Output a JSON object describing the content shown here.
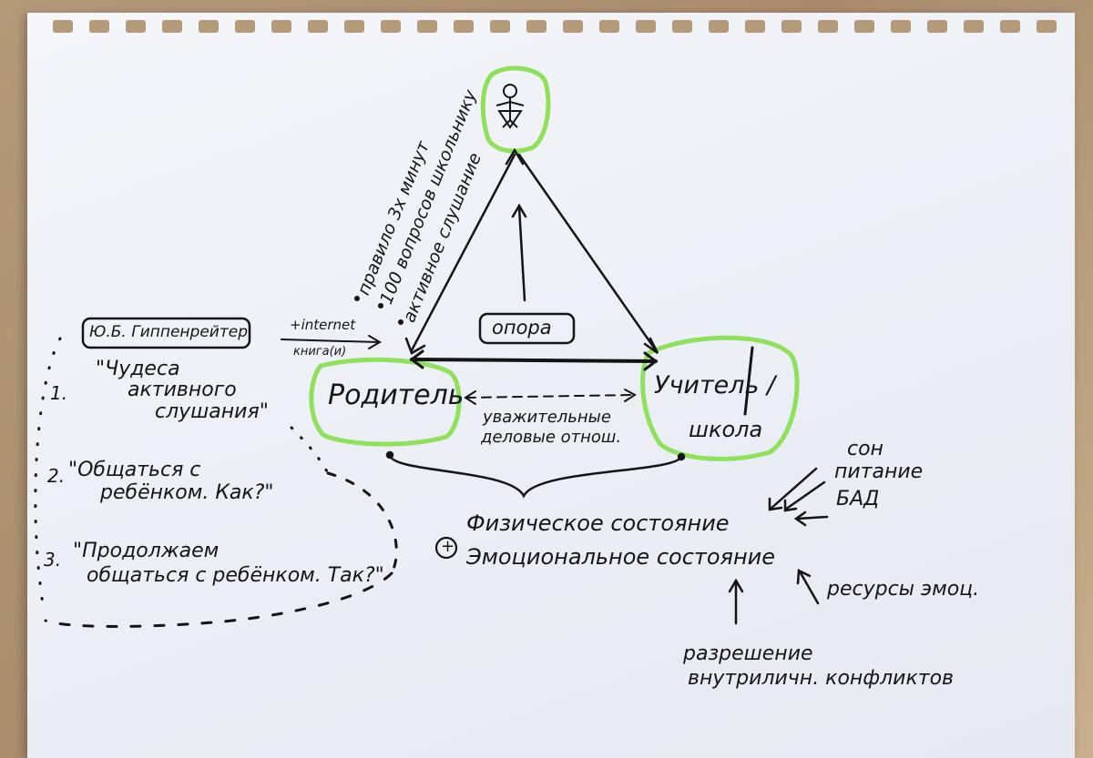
{
  "diagram": {
    "child_symbol": "stick-figure-icon",
    "edge_top_labels": [
      "правило 3х минут",
      "100 вопросов школьнику",
      "активное слушание"
    ],
    "center_label": "опора",
    "parent_label": "Родитель",
    "teacher_label_1": "Учитель /",
    "teacher_label_2": "школа",
    "relation_label_1": "уважительные",
    "relation_label_2": "деловые отнош.",
    "author_box": "Ю.Б. Гиппенрейтер",
    "source_1": "+internet",
    "source_2": "книга(и)",
    "books": [
      {
        "num": "1.",
        "line1": "\"Чудеса",
        "line2": "активного",
        "line3": "слушания\""
      },
      {
        "num": "2.",
        "line1": "\"Общаться с",
        "line2": "ребёнком. Как?\"",
        "line3": ""
      },
      {
        "num": "3.",
        "line1": "\"Продолжаем",
        "line2": "общаться с ребёнком. Так?\"",
        "line3": ""
      }
    ],
    "state_1": "Физическое состояние",
    "state_2": "Эмоциональное состояние",
    "factors": [
      "сон",
      "питание",
      "БАД"
    ],
    "resource": "ресурсы эмоц.",
    "resolution_1": "разрешение",
    "resolution_2": "внутриличн. конфликтов",
    "plus_sign": "+"
  },
  "colors": {
    "marker_green": "#8fe05a",
    "ink": "#141418",
    "paper": "#eef0f5"
  }
}
